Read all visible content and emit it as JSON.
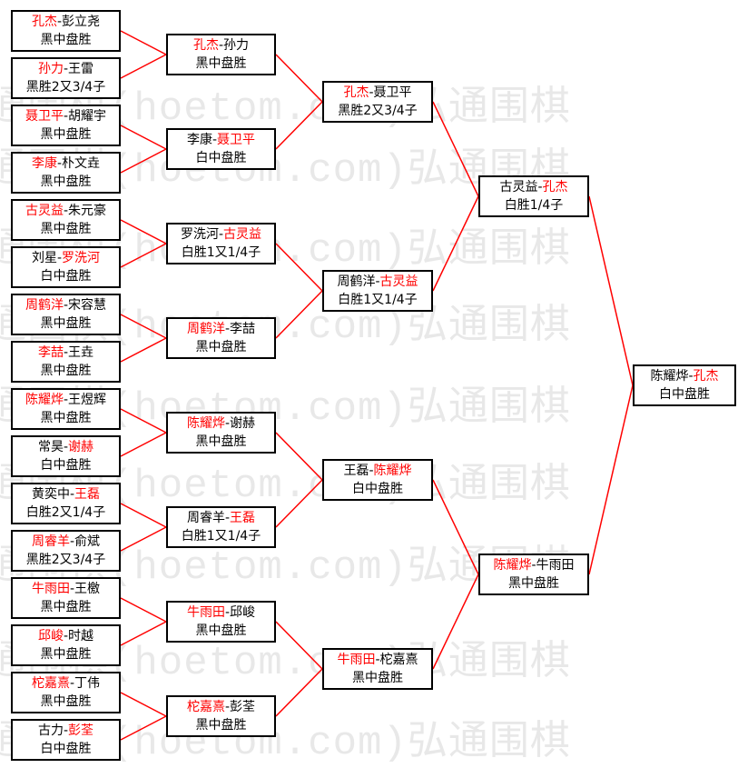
{
  "watermark": "弘通围棋(hoetom.com)弘通围棋",
  "separator": "-",
  "colors": {
    "winner": "#ff0000",
    "line": "#ff0000",
    "border": "#000000"
  },
  "round1": [
    {
      "p1": "孔杰",
      "p2": "彭立尧",
      "winner": "p1",
      "result": "黑中盘胜"
    },
    {
      "p1": "孙力",
      "p2": "王雷",
      "winner": "p1",
      "result": "黑胜2又3/4子"
    },
    {
      "p1": "聂卫平",
      "p2": "胡耀宇",
      "winner": "p1",
      "result": "黑中盘胜"
    },
    {
      "p1": "李康",
      "p2": "朴文垚",
      "winner": "p1",
      "result": "黑中盘胜"
    },
    {
      "p1": "古灵益",
      "p2": "朱元豪",
      "winner": "p1",
      "result": "黑中盘胜"
    },
    {
      "p1": "刘星",
      "p2": "罗洗河",
      "winner": "p2",
      "result": "白中盘胜"
    },
    {
      "p1": "周鹤洋",
      "p2": "宋容慧",
      "winner": "p1",
      "result": "黑中盘胜"
    },
    {
      "p1": "李喆",
      "p2": "王垚",
      "winner": "p1",
      "result": "黑中盘胜"
    },
    {
      "p1": "陈耀烨",
      "p2": "王煜辉",
      "winner": "p1",
      "result": "黑中盘胜"
    },
    {
      "p1": "常昊",
      "p2": "谢赫",
      "winner": "p2",
      "result": "白中盘胜"
    },
    {
      "p1": "黄奕中",
      "p2": "王磊",
      "winner": "p2",
      "result": "白胜2又1/4子"
    },
    {
      "p1": "周睿羊",
      "p2": "俞斌",
      "winner": "p1",
      "result": "黑胜2又3/4子"
    },
    {
      "p1": "牛雨田",
      "p2": "王檄",
      "winner": "p1",
      "result": "黑中盘胜"
    },
    {
      "p1": "邱峻",
      "p2": "时越",
      "winner": "p1",
      "result": "黑中盘胜"
    },
    {
      "p1": "柁嘉熹",
      "p2": "丁伟",
      "winner": "p1",
      "result": "黑中盘胜"
    },
    {
      "p1": "古力",
      "p2": "彭荃",
      "winner": "p2",
      "result": "白中盘胜"
    }
  ],
  "round2": [
    {
      "p1": "孔杰",
      "p2": "孙力",
      "winner": "p1",
      "result": "黑中盘胜"
    },
    {
      "p1": "李康",
      "p2": "聂卫平",
      "winner": "p2",
      "result": "白中盘胜"
    },
    {
      "p1": "罗洗河",
      "p2": "古灵益",
      "winner": "p2",
      "result": "白胜1又1/4子"
    },
    {
      "p1": "周鹤洋",
      "p2": "李喆",
      "winner": "p1",
      "result": "黑中盘胜"
    },
    {
      "p1": "陈耀烨",
      "p2": "谢赫",
      "winner": "p1",
      "result": "黑中盘胜"
    },
    {
      "p1": "周睿羊",
      "p2": "王磊",
      "winner": "p2",
      "result": "白胜1又1/4子"
    },
    {
      "p1": "牛雨田",
      "p2": "邱峻",
      "winner": "p1",
      "result": "黑中盘胜"
    },
    {
      "p1": "柁嘉熹",
      "p2": "彭荃",
      "winner": "p1",
      "result": "黑中盘胜"
    }
  ],
  "round3": [
    {
      "p1": "孔杰",
      "p2": "聂卫平",
      "winner": "p1",
      "result": "黑胜2又3/4子"
    },
    {
      "p1": "周鹤洋",
      "p2": "古灵益",
      "winner": "p2",
      "result": "白胜1又1/4子"
    },
    {
      "p1": "王磊",
      "p2": "陈耀烨",
      "winner": "p2",
      "result": "白中盘胜"
    },
    {
      "p1": "牛雨田",
      "p2": "柁嘉熹",
      "winner": "p1",
      "result": "黑中盘胜"
    }
  ],
  "round4": [
    {
      "p1": "古灵益",
      "p2": "孔杰",
      "winner": "p2",
      "result": "白胜1/4子"
    },
    {
      "p1": "陈耀烨",
      "p2": "牛雨田",
      "winner": "p1",
      "result": "黑中盘胜"
    }
  ],
  "round5": [
    {
      "p1": "陈耀烨",
      "p2": "孔杰",
      "winner": "p2",
      "result": "白中盘胜"
    }
  ]
}
